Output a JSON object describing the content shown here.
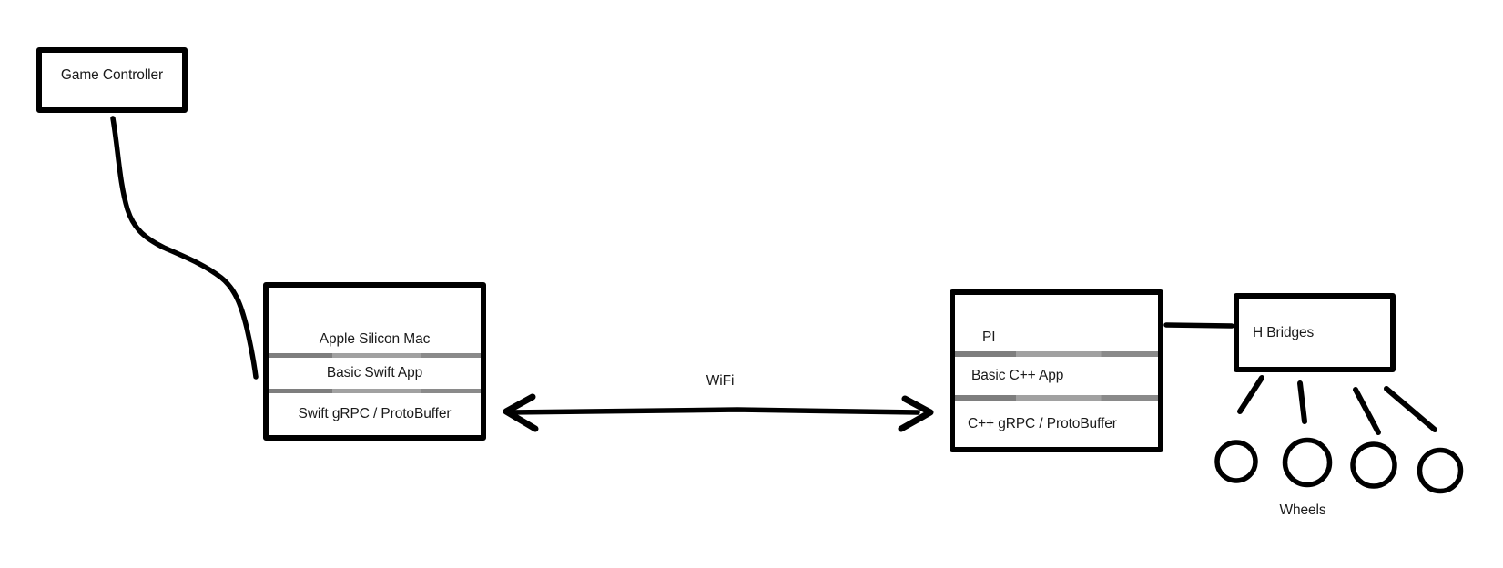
{
  "diagram": {
    "background": "#ffffff",
    "stroke_color": "#000000",
    "divider_color": "#8a8a8a",
    "text_color": "#1a1a1a",
    "game_controller": {
      "label": "Game Controller"
    },
    "mac_stack": {
      "layers": [
        "Apple Silicon Mac",
        "Basic Swift App",
        "Swift gRPC / ProtoBuffer"
      ]
    },
    "pi_stack": {
      "layers": [
        "PI",
        "Basic C++ App",
        "C++ gRPC / ProtoBuffer"
      ]
    },
    "h_bridges": {
      "label": "H Bridges"
    },
    "wifi_link": {
      "label": "WiFi"
    },
    "wheels": {
      "label": "Wheels",
      "count": 4
    },
    "edges": [
      {
        "from": "Game Controller",
        "to": "Apple Silicon Mac",
        "style": "curved cable"
      },
      {
        "from": "Apple Silicon Mac",
        "to": "PI",
        "style": "double-headed arrow",
        "label": "WiFi"
      },
      {
        "from": "PI",
        "to": "H Bridges",
        "style": "straight line"
      },
      {
        "from": "H Bridges",
        "to": "Wheels",
        "style": "four slanted lines"
      }
    ]
  }
}
